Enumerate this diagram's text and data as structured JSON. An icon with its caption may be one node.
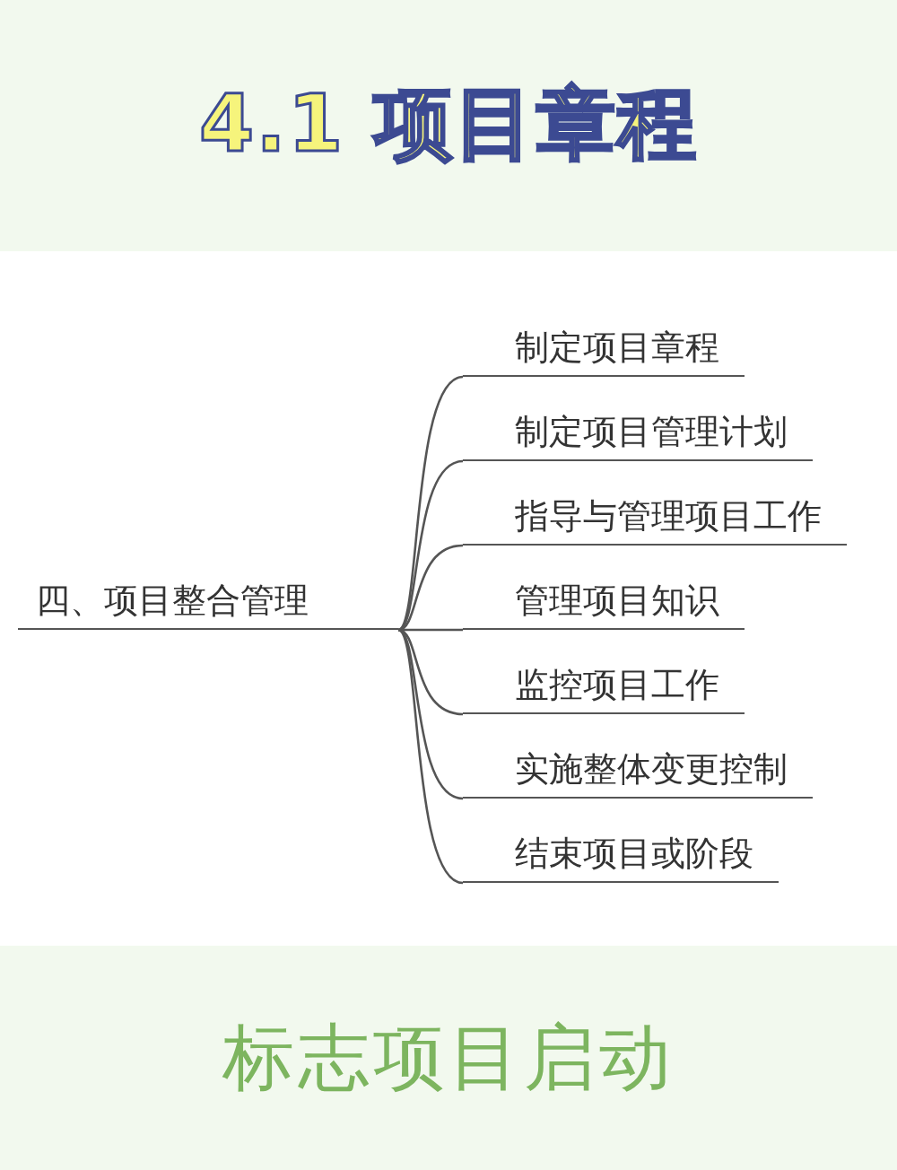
{
  "diagram": {
    "title": "4.1 项目章程",
    "caption": "标志项目启动",
    "nodes": [
      {
        "text": [
          "四、项目整合管理"
        ]
      },
      {
        "text": [
          "制定项目章程"
        ]
      },
      {
        "text": [
          "制定项目管理计划"
        ]
      },
      {
        "text": [
          "指导与管理项目工作"
        ]
      },
      {
        "text": [
          "管理项目知识"
        ]
      },
      {
        "text": [
          "监控项目工作"
        ]
      },
      {
        "text": [
          "实施整体变更控制"
        ]
      },
      {
        "text": [
          "结束项目或阶段"
        ]
      }
    ],
    "edges": [
      {
        "from": 0,
        "to": 1,
        "arrow": "none"
      },
      {
        "from": 0,
        "to": 2,
        "arrow": "none"
      },
      {
        "from": 0,
        "to": 3,
        "arrow": "none"
      },
      {
        "from": 0,
        "to": 4,
        "arrow": "none"
      },
      {
        "from": 0,
        "to": 5,
        "arrow": "none"
      },
      {
        "from": 0,
        "to": 6,
        "arrow": "none"
      },
      {
        "from": 0,
        "to": 7,
        "arrow": "none"
      }
    ]
  }
}
